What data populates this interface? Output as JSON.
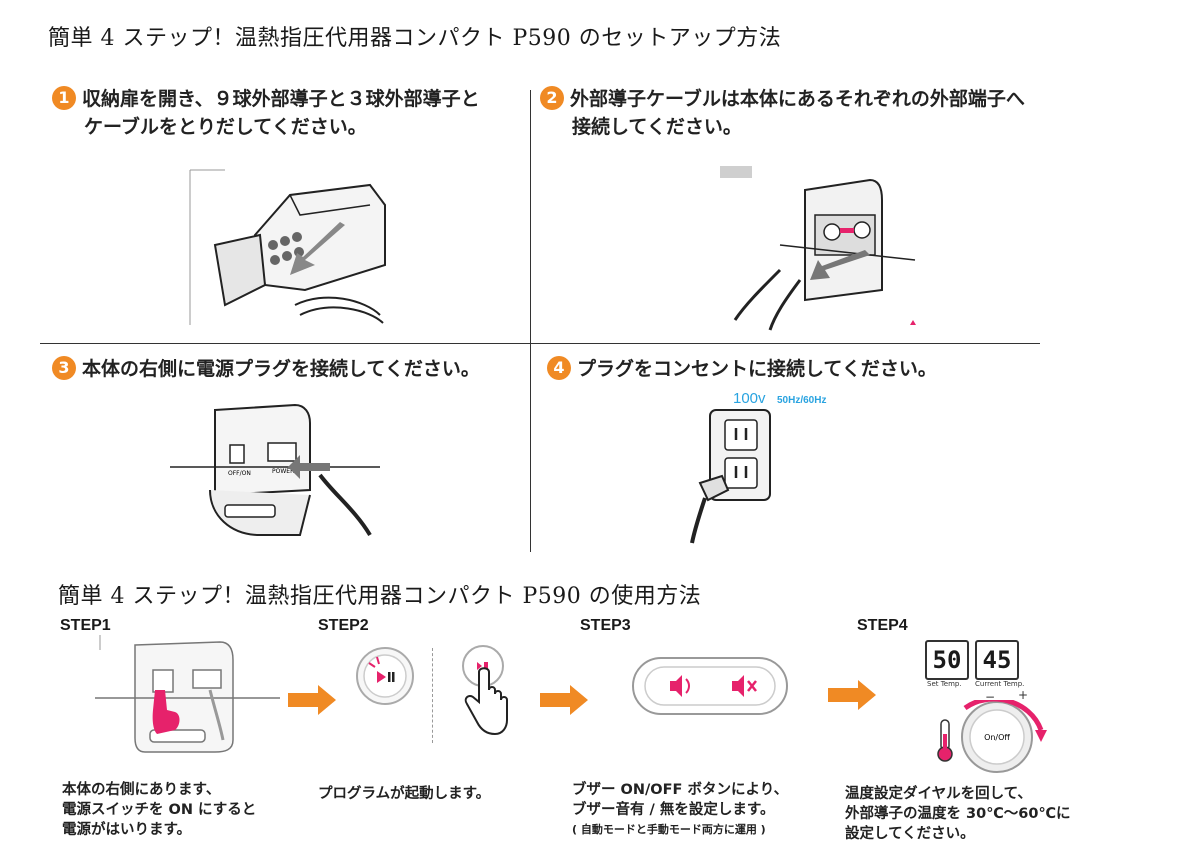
{
  "setup": {
    "title": "簡単 4 ステップ！温熱指圧代用器コンパクト P590 のセットアップ方法",
    "steps": [
      {
        "num": "1",
        "line1": "収納扉を開き、９球外部導子と３球外部導子と",
        "line2": "ケーブルをとりだしてください。"
      },
      {
        "num": "2",
        "line1": "外部導子ケーブルは本体にあるそれぞれの外部端子へ",
        "line2": "接続してください。"
      },
      {
        "num": "3",
        "line1": "本体の右側に電源プラグを接続してください。"
      },
      {
        "num": "4",
        "line1": "プラグをコンセントに接続してください。"
      }
    ],
    "plug": {
      "voltage": "100v",
      "frequency": "50Hz/60Hz"
    }
  },
  "usage": {
    "title": "簡単 4 ステップ！温熱指圧代用器コンパクト P590 の使用方法",
    "steps": [
      {
        "label": "STEP1",
        "caption": [
          "本体の右側にあります、",
          "電源スイッチを ON にすると",
          "電源がはいります。"
        ]
      },
      {
        "label": "STEP2",
        "caption": [
          "プログラムが起動します。"
        ]
      },
      {
        "label": "STEP3",
        "caption": [
          "ブザー ON/OFF ボタンにより、",
          "ブザー音有 / 無を設定します。"
        ],
        "note": "( 自動モードと手動モード両方に運用 )"
      },
      {
        "label": "STEP4",
        "caption": [
          "温度設定ダイヤルを回して、",
          "外部導子の温度を 30℃〜60℃に",
          "設定してください。"
        ]
      }
    ],
    "display": {
      "set_value": "50",
      "current_value": "45",
      "set_label": "Set Temp.",
      "current_label": "Current Temp.",
      "minus": "−",
      "plus": "+",
      "dial_label": "On/Off"
    },
    "switch_labels": {
      "off_on": "OFF/ON",
      "power": "POWER"
    }
  },
  "colors": {
    "accent_orange": "#f08a24",
    "accent_pink": "#e6226b",
    "accent_blue": "#29a3e0"
  }
}
